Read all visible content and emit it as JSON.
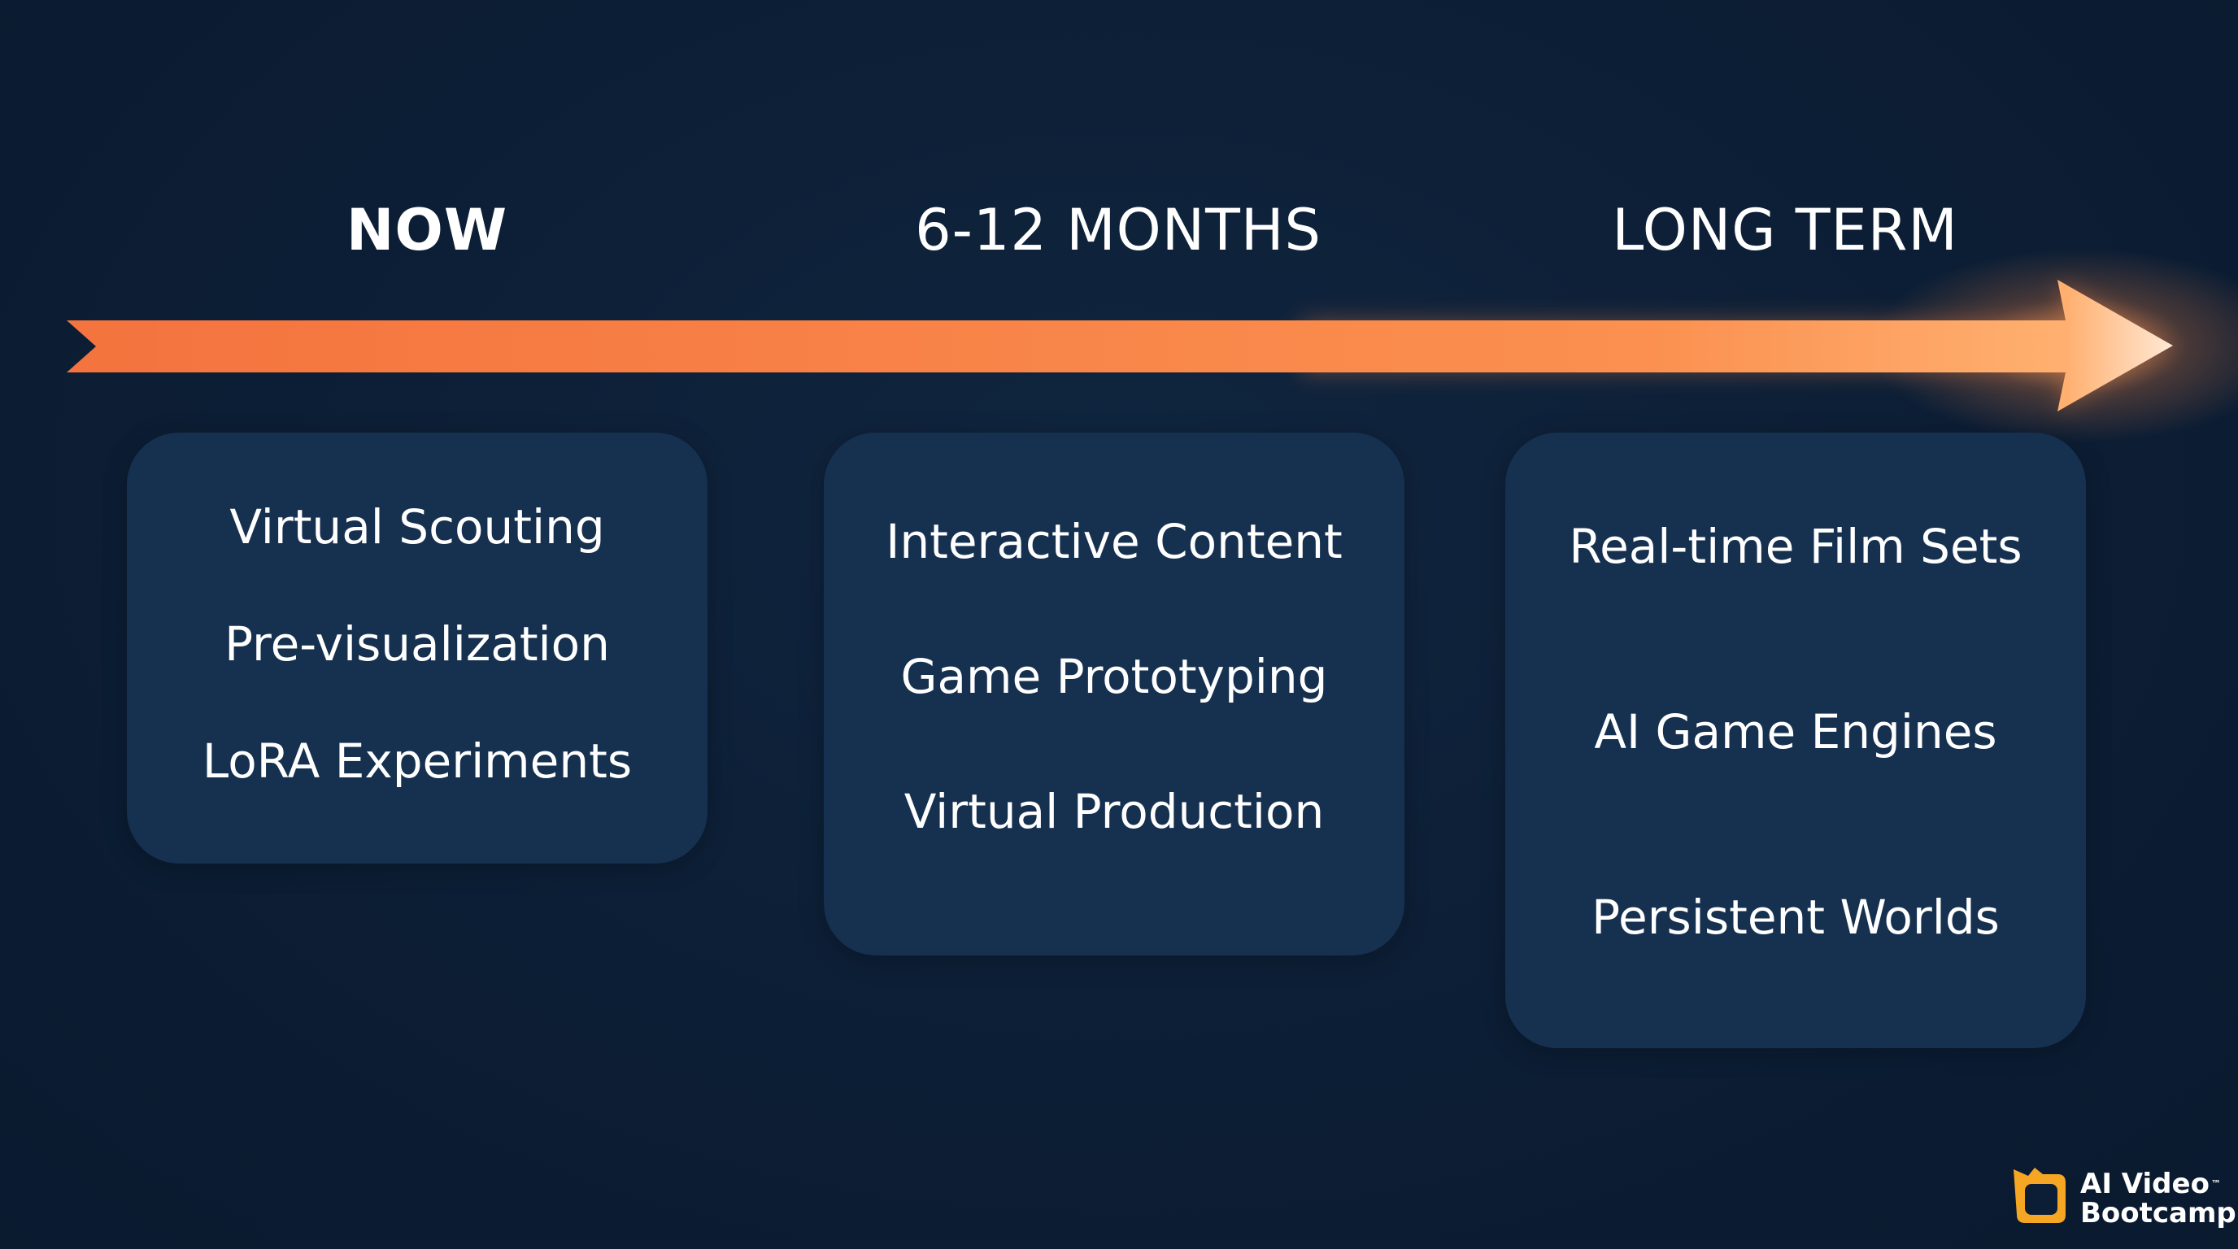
{
  "phases": [
    {
      "label": "NOW",
      "items": [
        "Virtual Scouting",
        "Pre-visualization",
        "LoRA Experiments"
      ]
    },
    {
      "label": "6-12 MONTHS",
      "items": [
        "Interactive Content",
        "Game Prototyping",
        "Virtual Production"
      ]
    },
    {
      "label": "LONG TERM",
      "items": [
        "Real-time Film Sets",
        "AI Game Engines",
        "Persistent Worlds"
      ]
    }
  ],
  "logo": {
    "line1": "AI Video",
    "trademark": "™",
    "line2": "Bootcamp"
  },
  "colors": {
    "background": "#0c1e35",
    "card": "#16304f",
    "arrow_start": "#f4733e",
    "arrow_end": "#ffa15a",
    "text": "#ffffff",
    "logo_accent": "#f5a623"
  },
  "icons": {
    "timeline": "arrow-right-icon",
    "logo": "play-badge-icon"
  }
}
